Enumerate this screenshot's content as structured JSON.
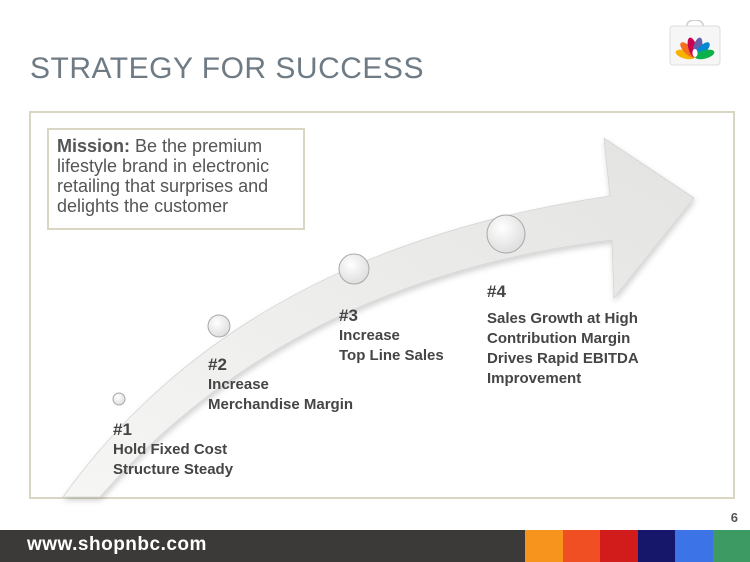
{
  "slide": {
    "title": "STRATEGY FOR SUCCESS",
    "page_number": "6"
  },
  "mission": {
    "label": "Mission:",
    "text": " Be the premium lifestyle brand in electronic retailing that surprises and delights the customer"
  },
  "steps": [
    {
      "number": "#1",
      "text": "Hold Fixed Cost\nStructure Steady"
    },
    {
      "number": "#2",
      "text": "Increase\nMerchandise Margin"
    },
    {
      "number": "#3",
      "text": "Increase\nTop Line Sales"
    },
    {
      "number": "#4",
      "text": "Sales Growth at High\nContribution Margin\nDrives Rapid EBITDA\nImprovement"
    }
  ],
  "footer": {
    "url": "www.shopnbc.com",
    "colors": [
      "#f7941d",
      "#f04e23",
      "#d21c1c",
      "#16166b",
      "#3c74e8",
      "#3d9a62"
    ]
  },
  "logo": {
    "icon": "nbc-peacock-icon",
    "colors": [
      "#f7b300",
      "#f37021",
      "#cc004c",
      "#6460aa",
      "#0089d0",
      "#0db14b"
    ]
  }
}
